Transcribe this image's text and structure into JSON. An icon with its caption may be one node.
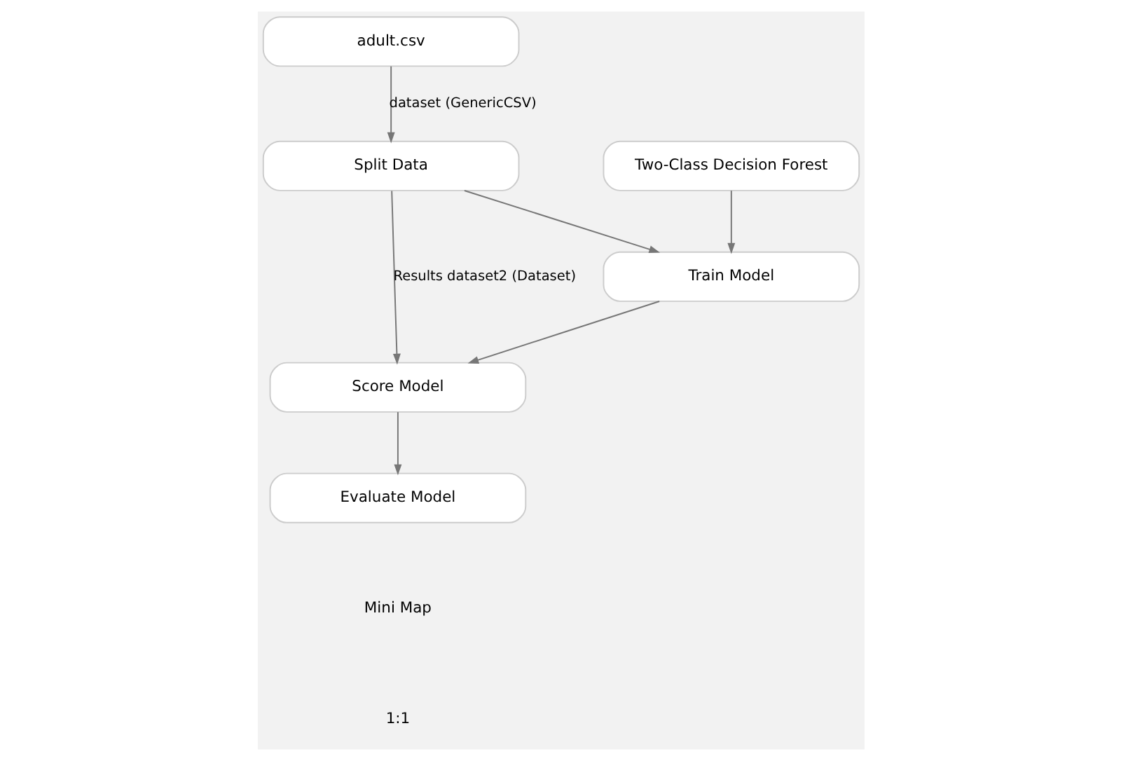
{
  "diagram": {
    "nodes": [
      {
        "text": [
          "adult.csv"
        ]
      },
      {
        "text": [
          "Two-Class Decision Forest"
        ]
      },
      {
        "text": [
          "Split Data"
        ]
      },
      {
        "text": [
          "Train Model"
        ]
      },
      {
        "text": [
          "Score Model"
        ]
      },
      {
        "text": [
          "Evaluate Model"
        ]
      }
    ],
    "edges": [
      {
        "from": 0,
        "to": 2,
        "arrow": "to",
        "label": "dataset (GenericCSV)"
      },
      {
        "from": 1,
        "to": 3,
        "arrow": "to"
      },
      {
        "from": 2,
        "to": 3,
        "arrow": "to"
      },
      {
        "from": 2,
        "to": 4,
        "arrow": "to",
        "label": "Results dataset2 (Dataset)"
      },
      {
        "from": 3,
        "to": 4,
        "arrow": "to"
      },
      {
        "from": 4,
        "to": 5,
        "arrow": "to"
      }
    ],
    "labels": [
      "Mini Map",
      "1:1"
    ]
  }
}
